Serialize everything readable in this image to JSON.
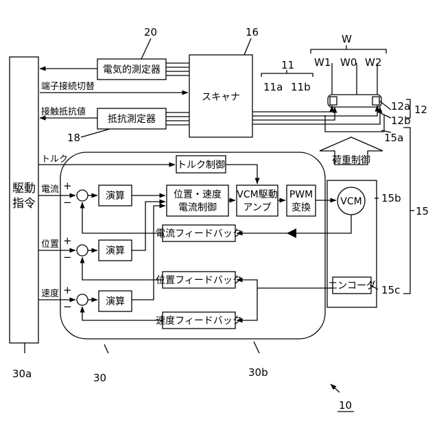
{
  "diagram": {
    "blocks": {
      "drive": "駆動\n指令",
      "electric_meter": "電気的測定器",
      "scanner": "スキャナ",
      "resistance_meter": "抵抗測定器",
      "torque_ctrl": "トルク制御",
      "calc1": "演算",
      "calc2": "演算",
      "calc3": "演算",
      "pos_speed_current": "位置・速度\n電流制御",
      "vcm_amp": "VCM駆動\nアンプ",
      "pwm": "PWM\n変換",
      "vcm": "VCM",
      "encoder": "エンコーダ",
      "current_fb": "電流フィードバック",
      "position_fb": "位置フィードバック",
      "speed_fb": "速度フィードバック",
      "load_ctrl": "荷重制御"
    },
    "signals": {
      "terminal_switch": "端子接続切替",
      "contact_resistance": "接触抵抗値",
      "torque": "トルク",
      "current": "電流",
      "position": "位置",
      "speed": "速度",
      "plus": "+",
      "minus": "−"
    },
    "refs": {
      "r20": "20",
      "r16": "16",
      "r18": "18",
      "rW": "W",
      "rW1": "W1",
      "rW0": "W0",
      "rW2": "W2",
      "r11": "11",
      "r11a": "11a",
      "r11b": "11b",
      "r12": "12",
      "r12a": "12a",
      "r12b": "12b",
      "r15": "15",
      "r15a": "15a",
      "r15b": "15b",
      "r15c": "15c",
      "r30": "30",
      "r30a": "30a",
      "r30b": "30b",
      "r10": "10"
    }
  }
}
